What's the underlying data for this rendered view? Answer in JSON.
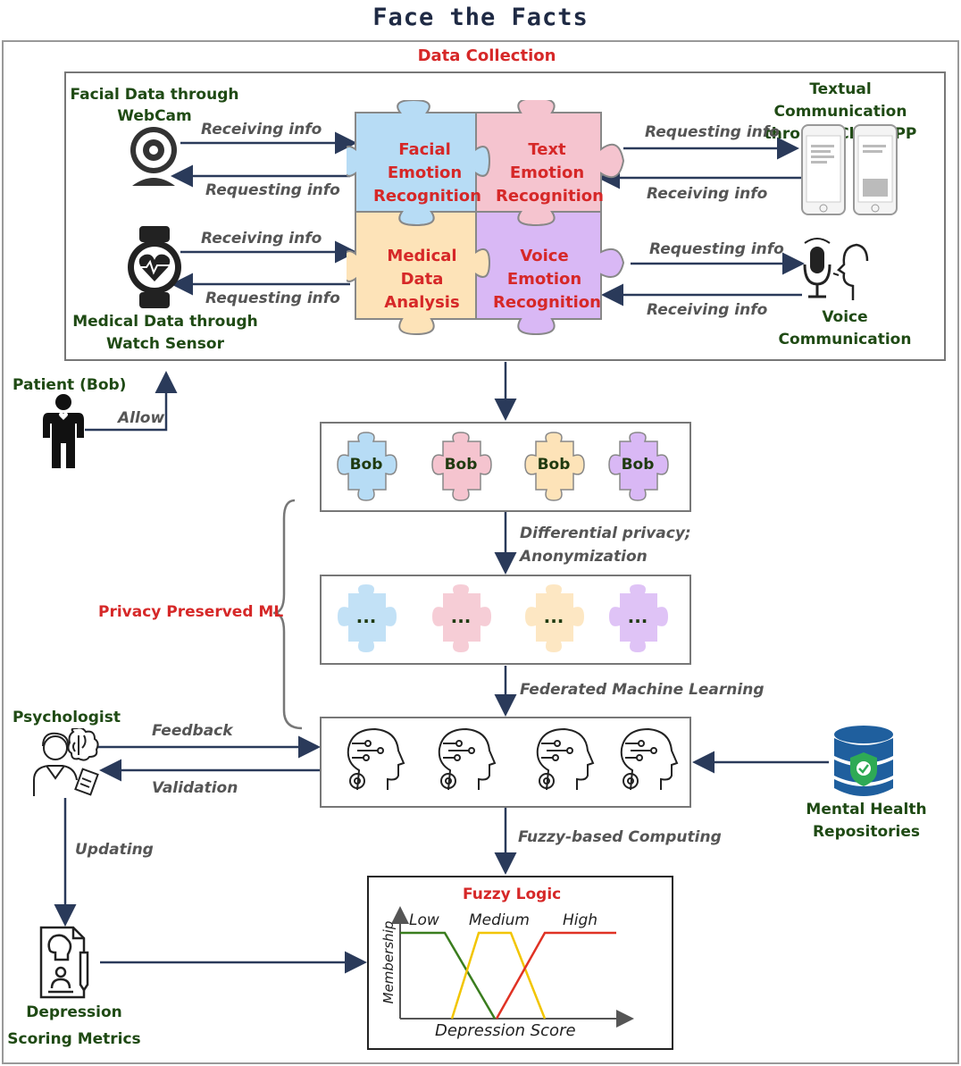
{
  "title": "Face the Facts",
  "data_collection": {
    "heading": "Data Collection",
    "webcam_label": "Facial Data through WebCam",
    "watch_label": "Medical Data through Watch Sensor",
    "chat_label": "Textual Communication through Chat APP",
    "voice_label": "Voice Communication",
    "puzzles": {
      "facial": "Facial Emotion Recognition",
      "text": "Text Emotion Recognition",
      "medical": "Medical Data Analysis",
      "voice": "Voice Emotion Recognition"
    },
    "arrows": {
      "webcam_in": "Receiving info",
      "webcam_out": "Requesting info",
      "watch_in": "Receiving info",
      "watch_out": "Requesting info",
      "chat_out": "Requesting info",
      "chat_in": "Receiving info",
      "voice_out": "Requesting info",
      "voice_in": "Receiving info"
    }
  },
  "patient": {
    "label": "Patient (Bob)",
    "allow": "Allow"
  },
  "bob_pieces": [
    "Bob",
    "Bob",
    "Bob",
    "Bob"
  ],
  "anon_pieces": [
    "...",
    "...",
    "...",
    "..."
  ],
  "steps": {
    "privacy": "Differential privacy; Anonymization",
    "federated": "Federated Machine Learning",
    "fuzzy": "Fuzzy-based Computing"
  },
  "privacy_ml": "Privacy Preserved ML",
  "psychologist": {
    "label": "Psychologist",
    "feedback": "Feedback",
    "validation": "Validation",
    "updating": "Updating"
  },
  "repositories": "Mental Health Repositories",
  "depression_metrics": "Depression Scoring Metrics",
  "fuzzy_logic": {
    "title": "Fuzzy Logic",
    "low": "Low",
    "medium": "Medium",
    "high": "High",
    "ylabel": "Membership",
    "xlabel": "Depression Score"
  },
  "colors": {
    "blue": "#b7dcf5",
    "pink": "#f5c4cf",
    "orange": "#fde3b8",
    "purple": "#d9b8f5",
    "arrow": "#2a3a5a",
    "low": "#3a7d1e",
    "medium": "#f2c500",
    "high": "#e03224"
  }
}
